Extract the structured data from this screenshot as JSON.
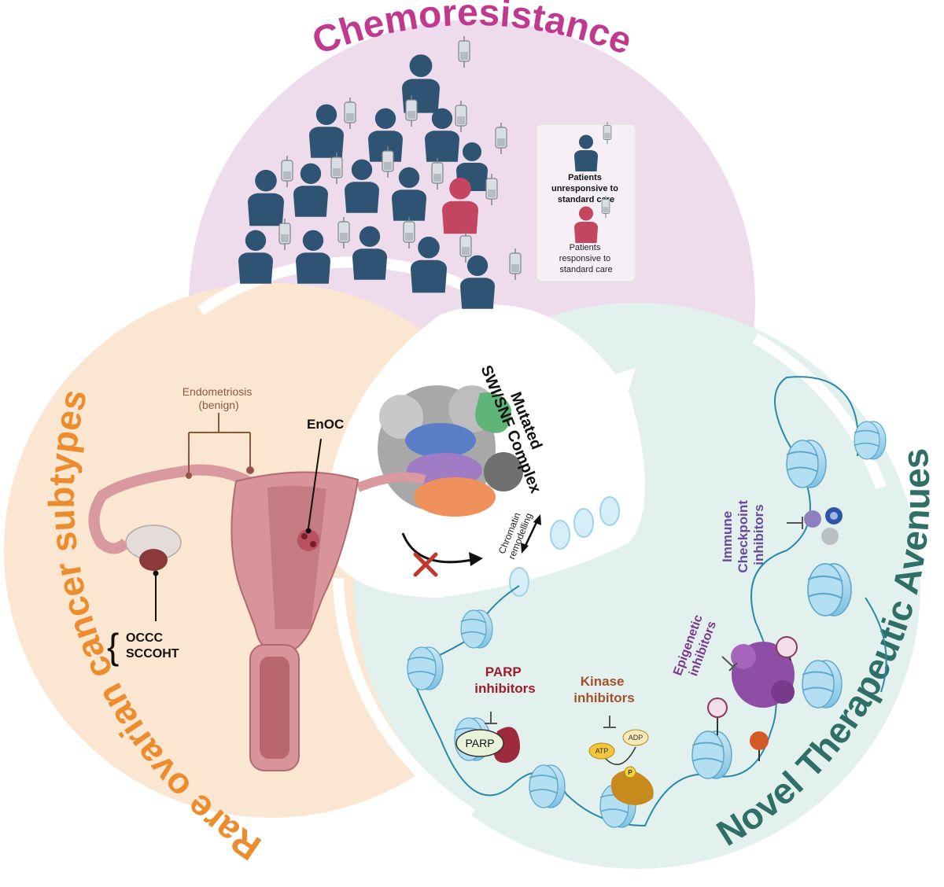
{
  "titles": {
    "top": "Chemoresistance",
    "left": "Rare ovarian cancer subtypes",
    "right": "Novel Therapeutic Avenues"
  },
  "legend": {
    "unresponsive": [
      "Patients",
      "unresponsive to",
      "standard care"
    ],
    "responsive": [
      "Patients",
      "responsive to",
      "standard care"
    ]
  },
  "center": {
    "complex": [
      "Mutated",
      "SWI/SNF Complex"
    ],
    "remodelling": [
      "Chromatin",
      "remodelling"
    ]
  },
  "left_panel": {
    "endometriosis": [
      "Endometriosis",
      "(benign)"
    ],
    "enoc": "EnOC",
    "subtypes": [
      "OCCC",
      "SCCOHT"
    ]
  },
  "therapies": {
    "immune": [
      "Immune",
      "Checkpoint",
      "inhibitors"
    ],
    "epigenetic": [
      "Epigenetic",
      "inhibitors"
    ],
    "parp": [
      "PARP",
      "inhibitors"
    ],
    "parp_protein": "PARP",
    "kinase": [
      "Kinase",
      "inhibitors"
    ],
    "atp": "ATP",
    "adp": "ADP",
    "phospho": "P"
  },
  "colors": {
    "top_bg": "#eedcec",
    "top_title": "#c0398f",
    "left_bg": "#fbe6d2",
    "left_title": "#ec8c2c",
    "right_bg": "#e3f1ee",
    "right_title": "#2f6f68",
    "patient": "#2f5473",
    "patient_responsive": "#c4455f",
    "parp_text": "#9e1d2c",
    "kinase_text": "#a0522d",
    "epi_text": "#7a3a8c",
    "immune_text": "#6a4a9c",
    "chromatin": "#9fd3ec",
    "dna": "#2a8aa8"
  }
}
